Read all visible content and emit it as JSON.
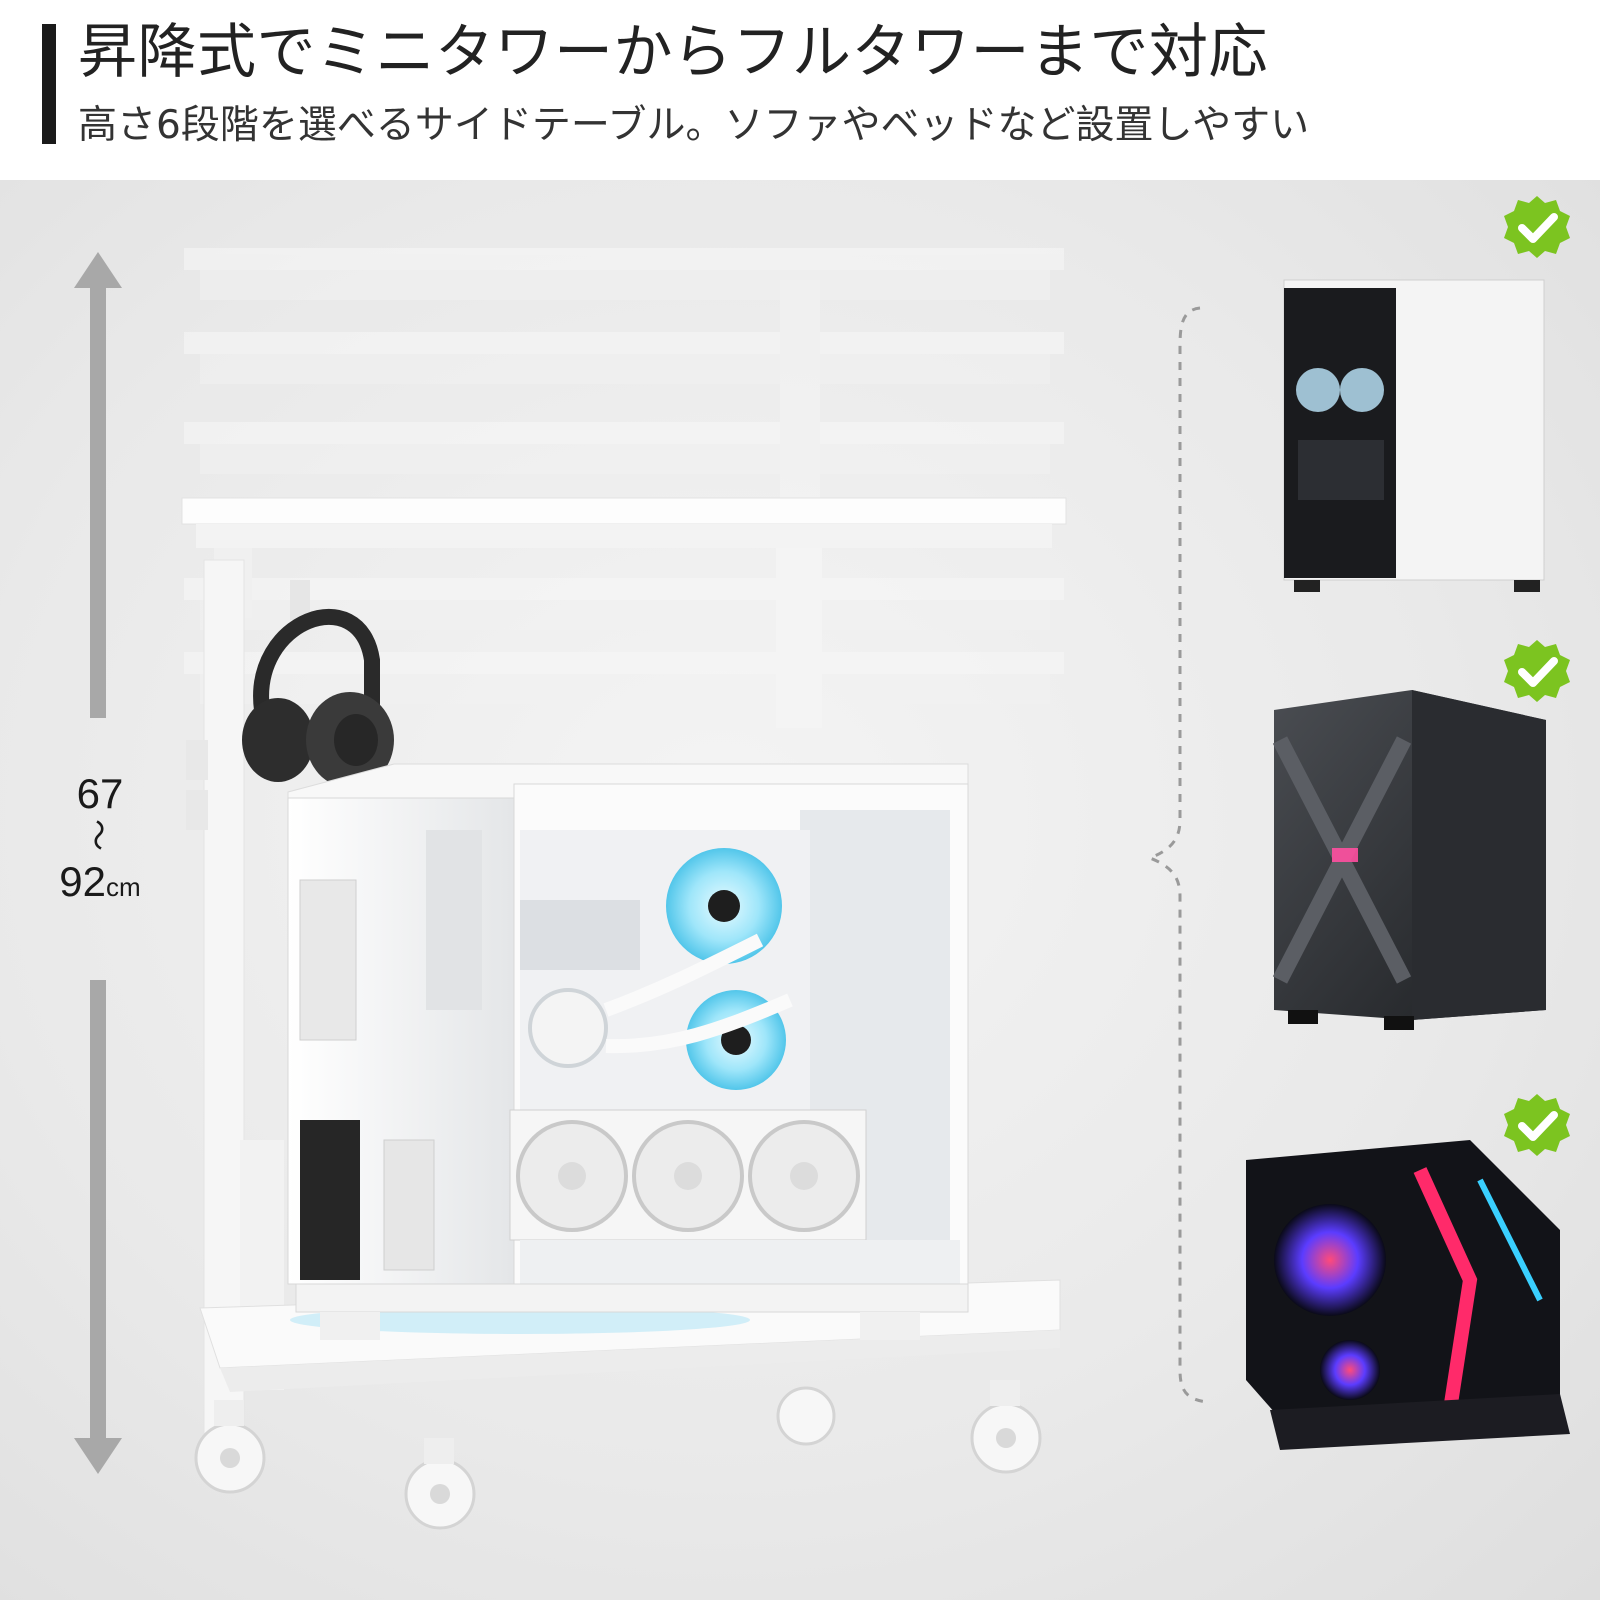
{
  "header": {
    "title": "昇降式でミニタワーからフルタワーまで対応",
    "subtitle": "高さ6段階を選べるサイドテーブル。ソファやベッドなど設置しやすい"
  },
  "height_range": {
    "min": "67",
    "separator": "～",
    "max": "92",
    "unit": "cm"
  },
  "table": {
    "height_levels": 6
  },
  "compatible_cases": [
    {
      "kind": "mini-tower",
      "supported": true
    },
    {
      "kind": "mid-tower",
      "supported": true
    },
    {
      "kind": "full-tower",
      "supported": true
    }
  ],
  "colors": {
    "check_green": "#7cc420",
    "accent_cyan": "#7fd8f0",
    "bar_black": "#1a1a1a"
  },
  "icons": [
    "check-icon",
    "double-arrow-icon",
    "brace-icon",
    "headphones-icon"
  ]
}
